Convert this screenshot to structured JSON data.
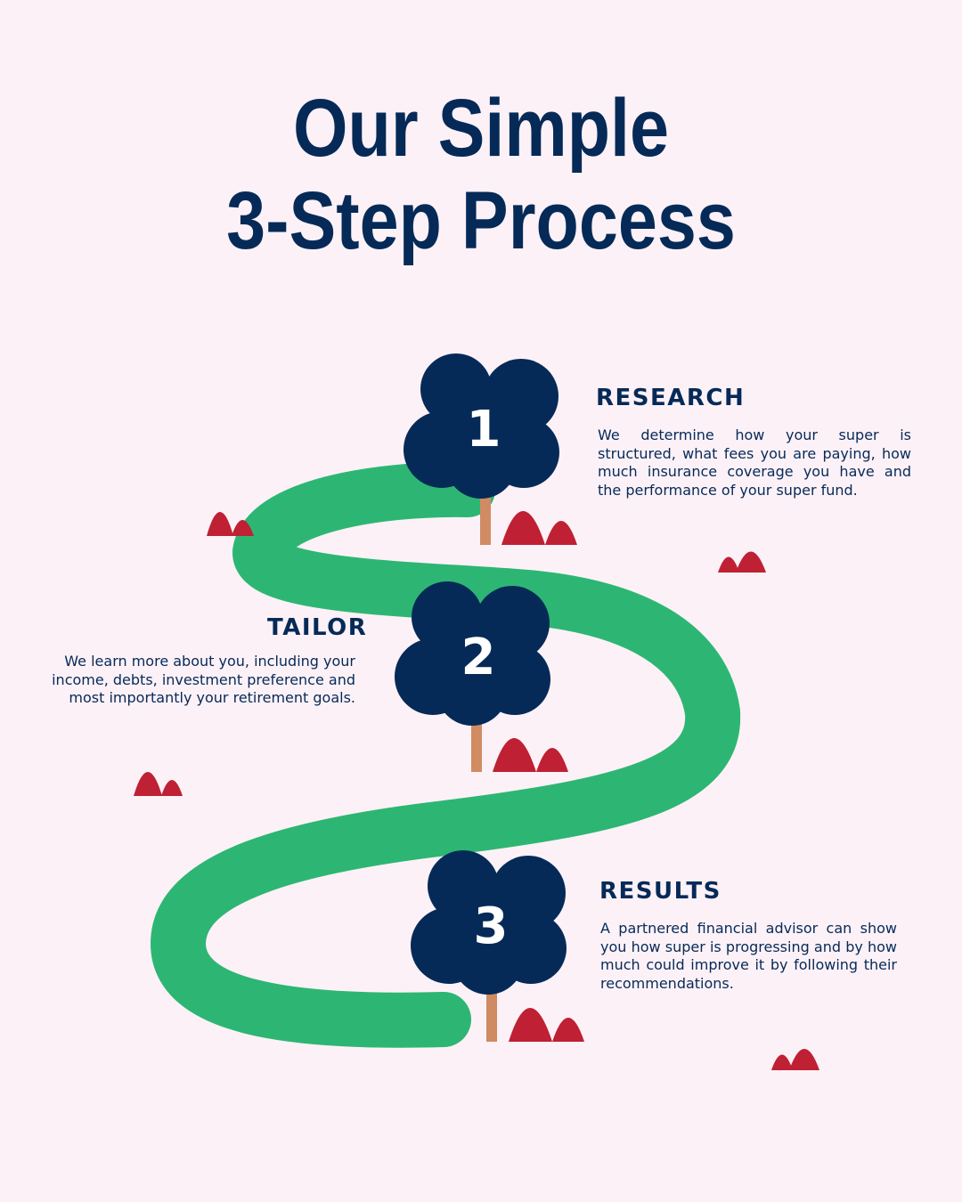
{
  "title": {
    "line1": "Our Simple",
    "line2": "3-Step Process"
  },
  "steps": [
    {
      "number": "1",
      "title": "RESEARCH",
      "description": "We determine how your super is structured, what fees you are paying, how much insurance coverage you have and the performance of your super fund."
    },
    {
      "number": "2",
      "title": "TAILOR",
      "description": "We learn more about you, including your income, debts, investment preference and most importantly your retirement goals."
    },
    {
      "number": "3",
      "title": "RESULTS",
      "description": "A partnered financial advisor can show you how super is progressing and by how much could improve it by following their recommendations."
    }
  ],
  "colors": {
    "background": "#fcf1f7",
    "navy": "#062a57",
    "path_green": "#2db673",
    "mound_red": "#bf2033",
    "trunk": "#d08b62"
  },
  "icons": [
    "tree-icon",
    "hill-icon"
  ]
}
